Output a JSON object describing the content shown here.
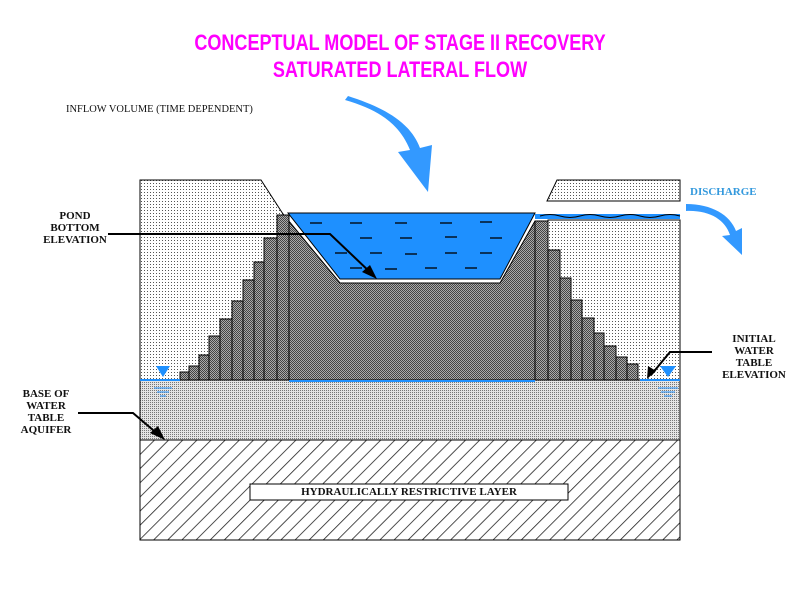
{
  "title": {
    "line1": "CONCEPTUAL MODEL OF STAGE II RECOVERY",
    "line2": "SATURATED LATERAL FLOW"
  },
  "labels": {
    "inflow": "INFLOW VOLUME (TIME DEPENDENT)",
    "discharge": "DISCHARGE",
    "pond_bottom": [
      "POND",
      "BOTTOM",
      "ELEVATION"
    ],
    "base_aquifer": [
      "BASE OF",
      "WATER",
      "TABLE",
      "AQUIFER"
    ],
    "initial_water_table": [
      "INITIAL",
      "WATER",
      "TABLE",
      "ELEVATION"
    ],
    "restrictive_layer": "HYDRAULICALLY RESTRICTIVE LAYER"
  },
  "colors": {
    "title": "#ff00ff",
    "water": "#1e90ff",
    "discharge_text": "#3399dd",
    "mound": "#888888"
  }
}
